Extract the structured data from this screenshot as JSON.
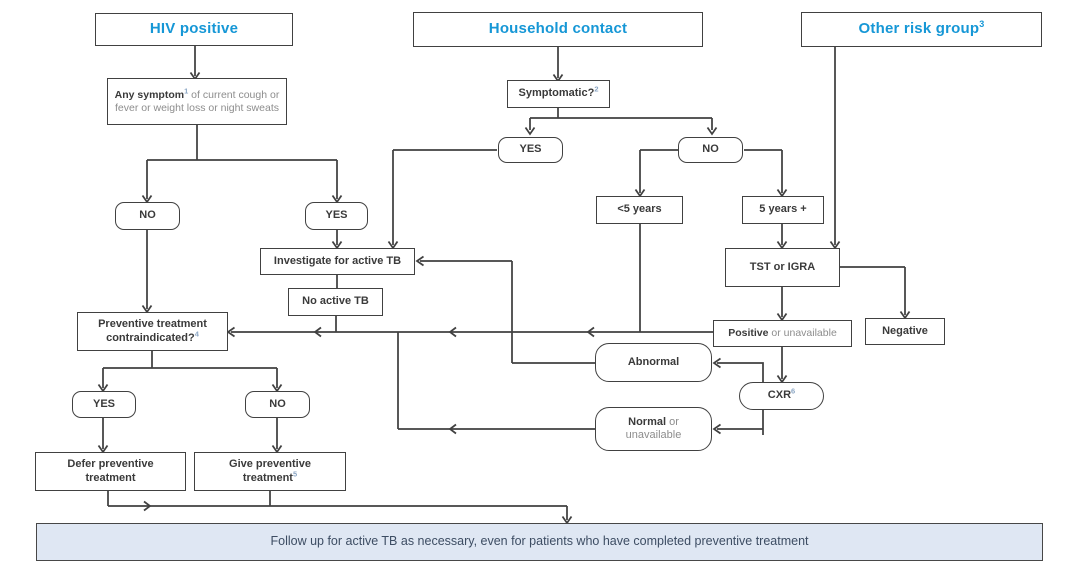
{
  "headers": {
    "hiv_positive": "HIV positive",
    "household_contact": "Household contact",
    "other_risk_group": "Other risk group",
    "other_risk_group_sup": "3"
  },
  "nodes": {
    "any_symptom": {
      "bold": "Any symptom",
      "sup": "1",
      "rest": " of current cough or fever or weight loss or night sweats"
    },
    "symptomatic": {
      "bold": "Symptomatic?",
      "sup": "2"
    },
    "hiv_no": "NO",
    "hiv_yes": "YES",
    "hh_yes": "YES",
    "hh_no": "NO",
    "under_5": "<5 years",
    "over_5": "5 years +",
    "tst_igra": "TST or IGRA",
    "positive": {
      "bold": "Positive",
      "rest": " or unavailable"
    },
    "negative": "Negative",
    "cxr": {
      "bold": "CXR",
      "sup": "6"
    },
    "abnormal": "Abnormal",
    "normal": {
      "bold": "Normal",
      "rest": " or unavailable"
    },
    "investigate": "Investigate for active TB",
    "no_active_tb": "No active TB",
    "contraindicated": {
      "line1": "Preventive treatment",
      "line2": "contraindicated?",
      "sup": "4"
    },
    "ct_yes": "YES",
    "ct_no": "NO",
    "defer": {
      "line1": "Defer preventive",
      "line2": "treatment"
    },
    "give": {
      "line1": "Give preventive",
      "line2": "treatment",
      "sup": "5"
    }
  },
  "footer": {
    "text": "Follow up for active TB as necessary, even for patients who have completed preventive treatment"
  },
  "colors": {
    "accent_blue": "#1697d6",
    "line": "#414141",
    "muted_text": "#8d8d8d",
    "superscript": "#8ba6c4",
    "footer_bg": "#dfe7f3",
    "footer_text": "#3d4d63"
  }
}
